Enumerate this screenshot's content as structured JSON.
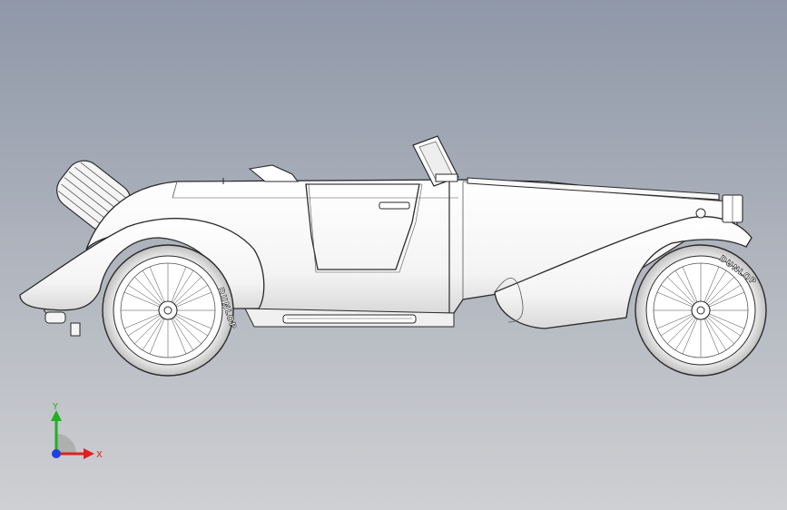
{
  "viewport": {
    "background_top": "#8f98a8",
    "background_bottom": "#cfd0d3"
  },
  "model": {
    "outline_color": "#2a2a2a",
    "body_fill": "#ffffff",
    "shade_fill": "#d8d8d8",
    "tire_text_rear": "DUNLOP",
    "tire_text_front": "DUNLOP"
  },
  "triad": {
    "x_label": "X",
    "y_label": "Y",
    "x_color": "#e02020",
    "y_color": "#20b020",
    "z_color": "#2040e0"
  }
}
